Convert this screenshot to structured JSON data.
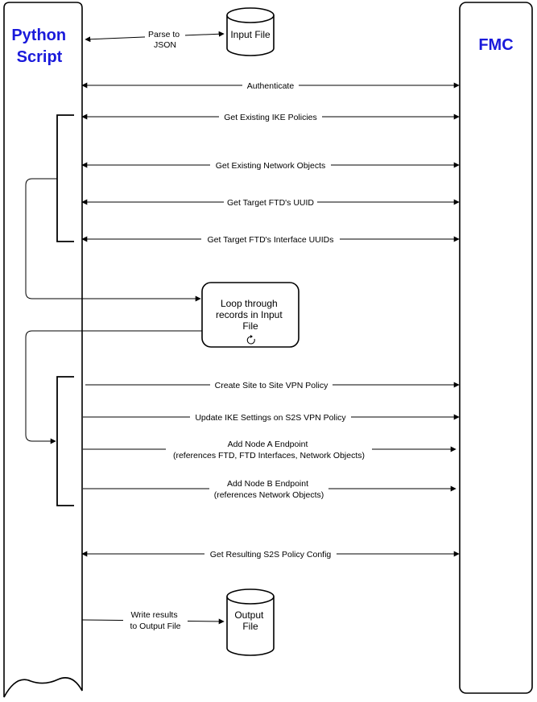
{
  "actors": {
    "left": [
      "Python",
      "Script"
    ],
    "right": [
      "FMC"
    ]
  },
  "input_file": [
    "Input File"
  ],
  "output_file": [
    "Output",
    "File"
  ],
  "loop_box": [
    "Loop through",
    "records in Input",
    "File"
  ],
  "messages": {
    "parse": [
      "Parse to",
      "JSON"
    ],
    "authenticate": [
      "Authenticate"
    ],
    "get_ike": [
      "Get Existing IKE Policies"
    ],
    "get_netobj": [
      "Get Existing Network Objects"
    ],
    "get_ftd_uuid": [
      "Get Target FTD's UUID"
    ],
    "get_intf_uuid": [
      "Get Target FTD's Interface UUIDs"
    ],
    "create_s2s": [
      "Create Site to Site VPN Policy"
    ],
    "update_ike": [
      "Update IKE Settings on S2S VPN Policy"
    ],
    "node_a": [
      "Add Node A Endpoint",
      "(references FTD, FTD Interfaces, Network Objects)"
    ],
    "node_b": [
      "Add Node B Endpoint",
      "(references Network Objects)"
    ],
    "get_result": [
      "Get Resulting S2S Policy Config"
    ],
    "write": [
      "Write results",
      "to Output File"
    ]
  }
}
